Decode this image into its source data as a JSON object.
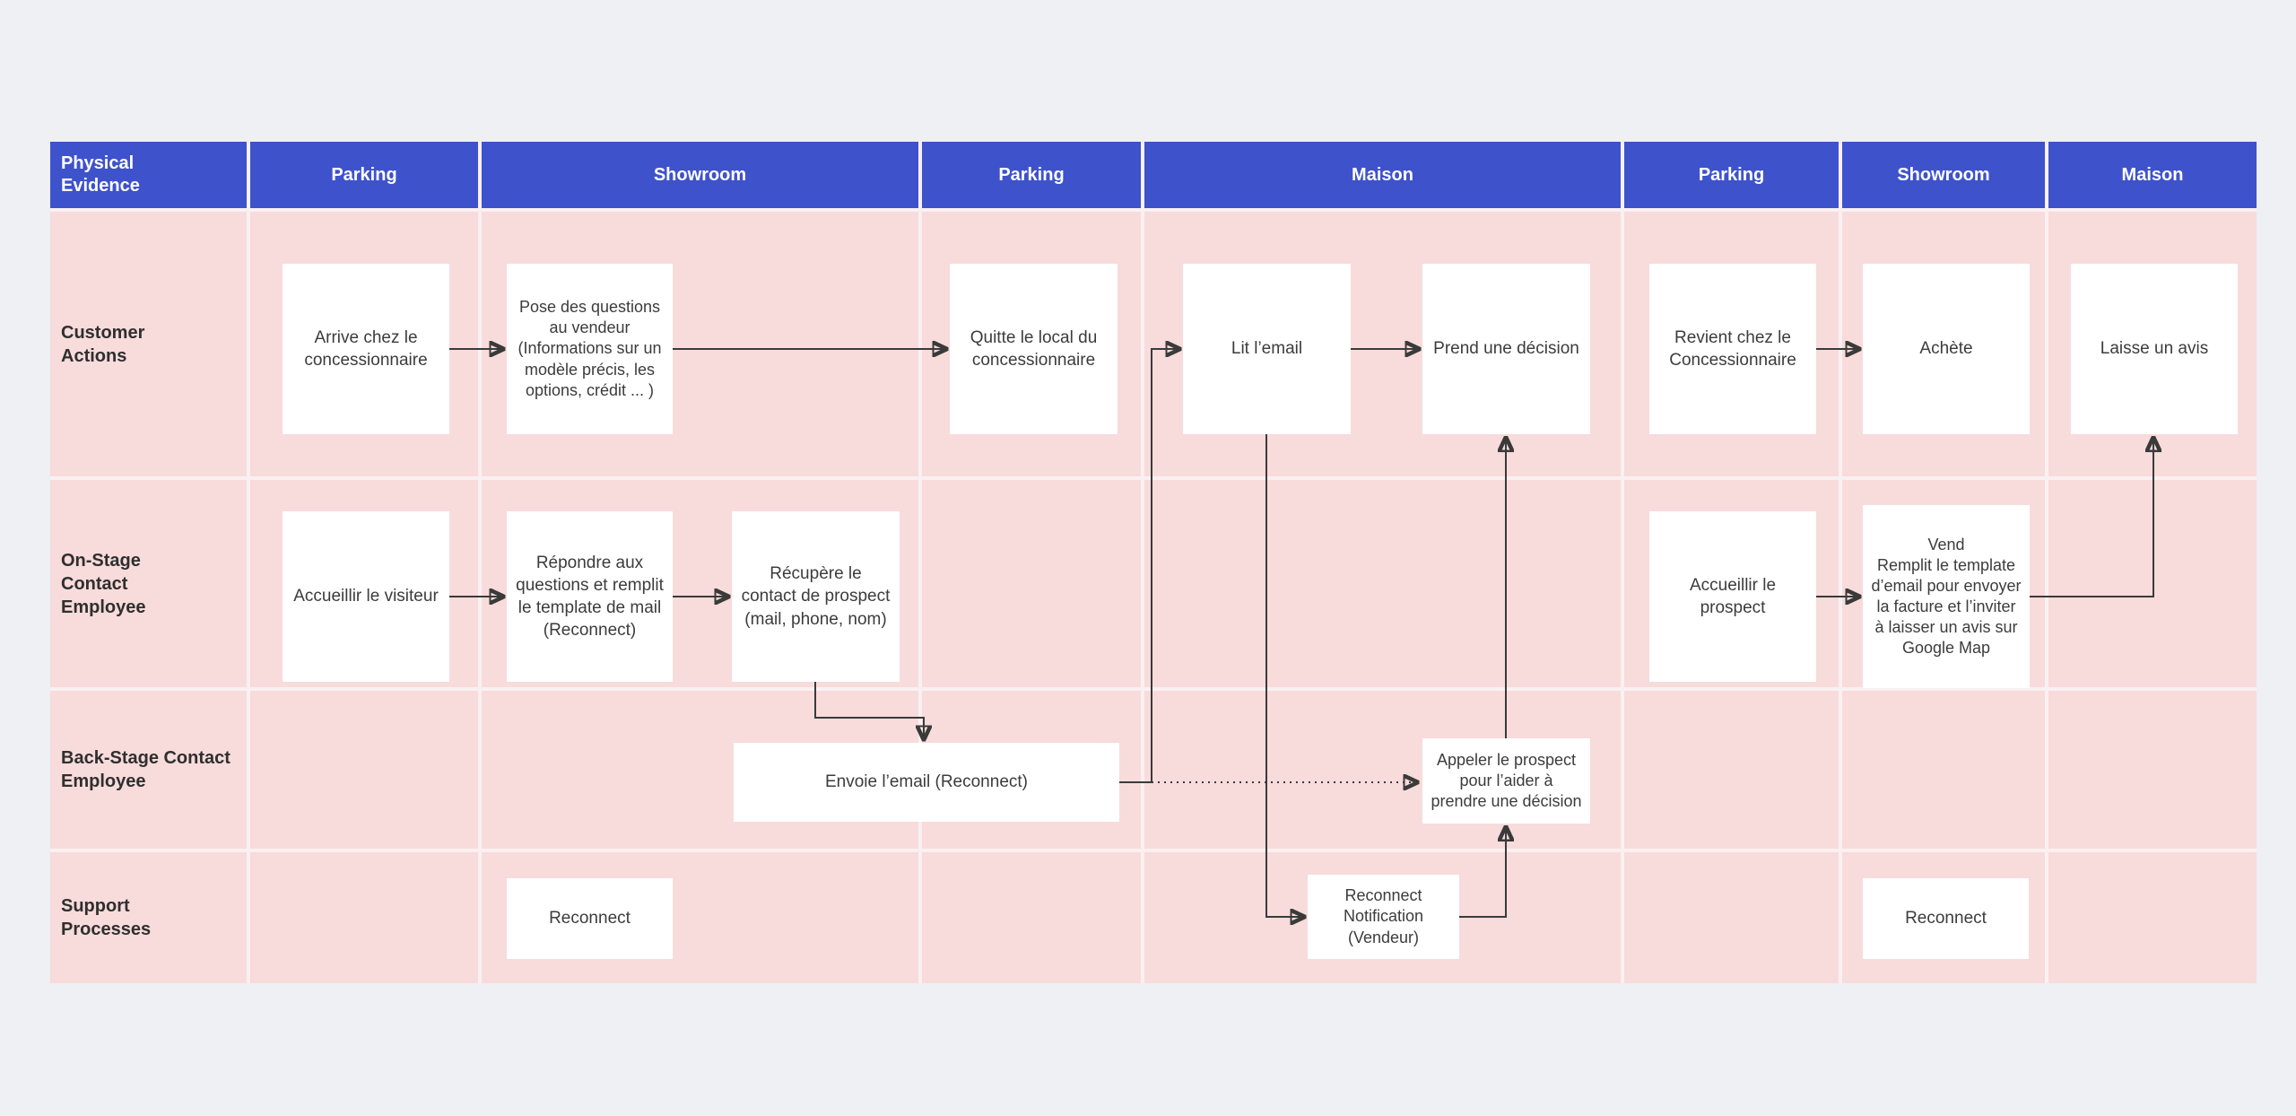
{
  "palette": {
    "page_background": "#eef0f3",
    "header_blue": "#3e52cc",
    "lane_pink": "#f8dbdb",
    "grid_gap": "#faf0f1",
    "node_background": "#ffffff",
    "node_text": "#3c3c3c",
    "connector": "#3a3a3a"
  },
  "header": {
    "corner": "Physical\nEvidence",
    "phases": [
      "Parking",
      "Showroom",
      "Parking",
      "Maison",
      "Parking",
      "Showroom",
      "Maison"
    ]
  },
  "lanes": [
    "Customer\nActions",
    "On-Stage\nContact\nEmployee",
    "Back-Stage Contact\nEmployee",
    "Support\nProcesses"
  ],
  "nodes": {
    "arrive": "Arrive chez le concessionnaire",
    "pose": "Pose des questions au vendeur (Informations sur un modèle précis, les options, crédit ... )",
    "quitte": "Quitte le local du concessionnaire",
    "lit": "Lit l’email",
    "prend": "Prend une décision",
    "revient": "Revient chez le Concessionnaire",
    "achete": "Achète",
    "laisse": "Laisse un avis",
    "accueillir_visiteur": "Accueillir le visiteur",
    "repondre": "Répondre aux questions et remplit le template de mail (Reconnect)",
    "recupere": "Récupère le contact de prospect (mail, phone, nom)",
    "accueillir_prospect": "Accueillir le prospect",
    "vend": "Vend\nRemplit le template d’email pour envoyer la facture et l’inviter à laisser un avis sur Google Map",
    "envoie": "Envoie l’email (Reconnect)",
    "appeler": "Appeler le prospect pour l’aider à prendre une décision",
    "reconnect_showroom1": "Reconnect",
    "reconnect_notification": "Reconnect Notification (Vendeur)",
    "reconnect_showroom2": "Reconnect"
  }
}
